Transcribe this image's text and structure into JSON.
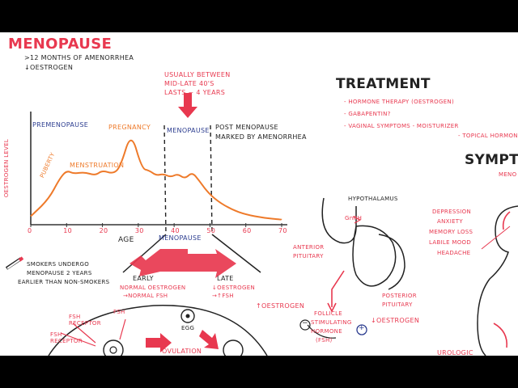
{
  "title": "MENOPAUSE",
  "definition": [
    ">12 MONTHS OF AMENORRHEA",
    "↓OESTROGEN"
  ],
  "callout": [
    "USUALLY BETWEEN",
    "MID-LATE 40'S",
    "LASTS ~ 4 YEARS"
  ],
  "chart": {
    "ylabel": "OESTROGEN LEVEL",
    "xlabel": "AGE",
    "xticks": [
      "0",
      "10",
      "20",
      "30",
      "40",
      "50",
      "60",
      "70"
    ],
    "phases": [
      "PREMENOPAUSE",
      "MENOPAUSE",
      "POST MENOPAUSE",
      "MARKED BY AMENORRHEA"
    ],
    "curve_labels": [
      "PUBERTY",
      "MENSTRUATION",
      "PREGNANCY"
    ]
  },
  "chart_data": {
    "type": "line",
    "x": [
      0,
      5,
      8,
      10,
      12,
      15,
      18,
      20,
      23,
      25,
      28,
      31,
      33,
      35,
      37,
      39,
      41,
      43,
      45,
      47,
      49,
      52,
      56,
      60,
      65,
      70
    ],
    "values": [
      0.5,
      1.5,
      2.7,
      3.2,
      3.0,
      3.1,
      2.9,
      3.2,
      3.0,
      3.4,
      5.5,
      3.3,
      3.2,
      2.9,
      3.0,
      2.8,
      3.0,
      2.7,
      3.1,
      2.6,
      2.0,
      1.4,
      0.9,
      0.6,
      0.4,
      0.3
    ],
    "xlabel": "AGE",
    "ylabel": "OESTROGEN LEVEL",
    "xlim": [
      0,
      70
    ]
  },
  "menopause_split": {
    "label": "MENOPAUSE",
    "early": {
      "title": "EARLY",
      "lines": [
        "NORMAL OESTROGEN",
        "→NORMAL FSH"
      ]
    },
    "late": {
      "title": "LATE",
      "lines": [
        "↓OESTROGEN",
        "→↑FSH"
      ]
    }
  },
  "smoking": [
    "SMOKERS UNDERGO",
    "MENOPAUSE 2 YEARS",
    "EARLIER THAN NON-SMOKERS"
  ],
  "ovary": {
    "labels": [
      "FSH",
      "FSH RECEPTOR",
      "FSH RECEPTOR",
      "EGG",
      "OVULATION"
    ]
  },
  "treatment": {
    "title": "TREATMENT",
    "items": [
      "- HORMONE THERAPY (OESTROGEN)",
      "- GABAPENTIN?",
      "- VAGINAL SYMPTOMS - MOISTURIZER",
      "- TOPICAL HORMONES"
    ]
  },
  "symptoms": {
    "title": "SYMPTO",
    "subtitle": "MENO",
    "list": [
      "DEPRESSION",
      "ANXIETY",
      "MEMORY LOSS",
      "LABILE MOOD",
      "HEADACHE"
    ],
    "urologic": "UROLOGIC"
  },
  "brain": {
    "hypothalamus": "HYPOTHALAMUS",
    "gnrh": "GnRH",
    "anterior": [
      "ANTERIOR",
      "PITUITARY"
    ],
    "posterior": [
      "POSTERIOR",
      "PITUITARY"
    ],
    "fsh": [
      "FOLLICLE",
      "STIMULATING",
      "HORMONE",
      "(FSH)"
    ],
    "up_oestrogen": "↑OESTROGEN",
    "down_oestrogen": "↓OESTROGEN",
    "minus": "−",
    "plus": "+"
  },
  "colors": {
    "red": "#e8384f",
    "orange": "#ee7a2a",
    "blue": "#2b3c8f",
    "ink": "#222222"
  }
}
